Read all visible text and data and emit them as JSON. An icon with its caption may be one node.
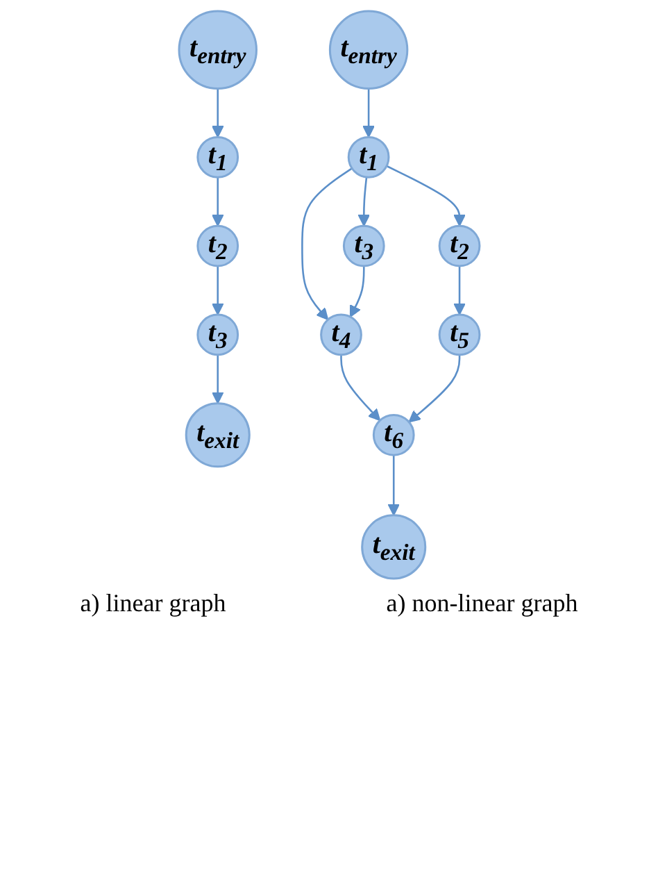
{
  "diagram": {
    "nodes": [
      {
        "text": [
          "t$_{entry}$"
        ]
      },
      {
        "text": [
          "t$_{1}$"
        ]
      },
      {
        "text": [
          "t$_{2}$"
        ]
      },
      {
        "text": [
          "t$_{3}$"
        ]
      },
      {
        "text": [
          "t$_{exit}$"
        ]
      },
      {
        "text": [
          "t$_{entry}$"
        ]
      },
      {
        "text": [
          "t$_{1}$"
        ]
      },
      {
        "text": [
          "t$_{2}$"
        ]
      },
      {
        "text": [
          "t$_{3}$"
        ]
      },
      {
        "text": [
          "t$_{4}$"
        ]
      },
      {
        "text": [
          "t$_{5}$"
        ]
      },
      {
        "text": [
          "t$_{6}$"
        ]
      },
      {
        "text": [
          "t$_{exit}$"
        ]
      }
    ],
    "edges": [
      {
        "from": 0,
        "to": 1,
        "arrow": "to"
      },
      {
        "from": 1,
        "to": 2,
        "arrow": "to"
      },
      {
        "from": 2,
        "to": 3,
        "arrow": "to"
      },
      {
        "from": 3,
        "to": 4,
        "arrow": "to"
      },
      {
        "from": 5,
        "to": 6,
        "arrow": "to"
      },
      {
        "from": 6,
        "to": 7,
        "arrow": "to"
      },
      {
        "from": 6,
        "to": 9,
        "arrow": "to"
      },
      {
        "from": 6,
        "to": 8,
        "arrow": "to"
      },
      {
        "from": 7,
        "to": 10,
        "arrow": "to"
      },
      {
        "from": 8,
        "to": 9,
        "arrow": "to"
      },
      {
        "from": 9,
        "to": 11,
        "arrow": "to"
      },
      {
        "from": 10,
        "to": 11,
        "arrow": "to"
      },
      {
        "from": 11,
        "to": 12,
        "arrow": "to"
      }
    ],
    "labels": [
      "a) linear graph",
      "a) non-linear graph"
    ]
  }
}
